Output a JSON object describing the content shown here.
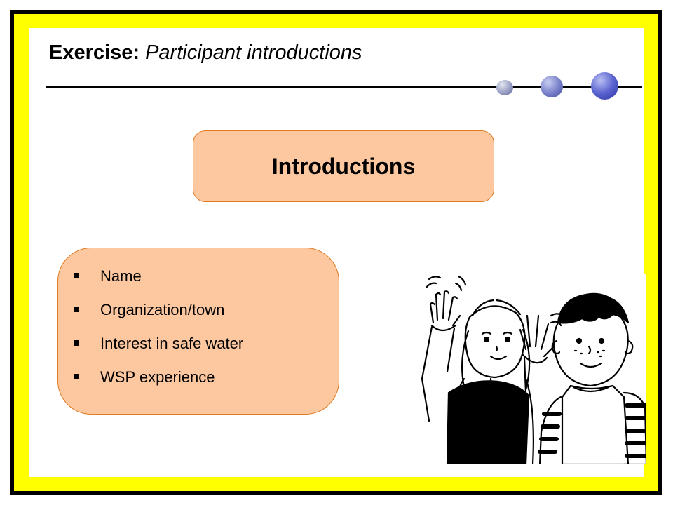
{
  "colors": {
    "frame_yellow": "#ffff00",
    "frame_border": "#000000",
    "box_fill": "#fdc8a0",
    "box_border": "#e07a20",
    "dot_accent": "#5a63d0"
  },
  "header": {
    "title_prefix": "Exercise:",
    "title_main": "Participant introductions"
  },
  "intro_box": {
    "label": "Introductions"
  },
  "list": {
    "items": [
      "Name",
      "Organization/town",
      "Interest in safe water",
      "WSP experience"
    ]
  },
  "illustration": {
    "icon": "waving-children-illustration"
  }
}
